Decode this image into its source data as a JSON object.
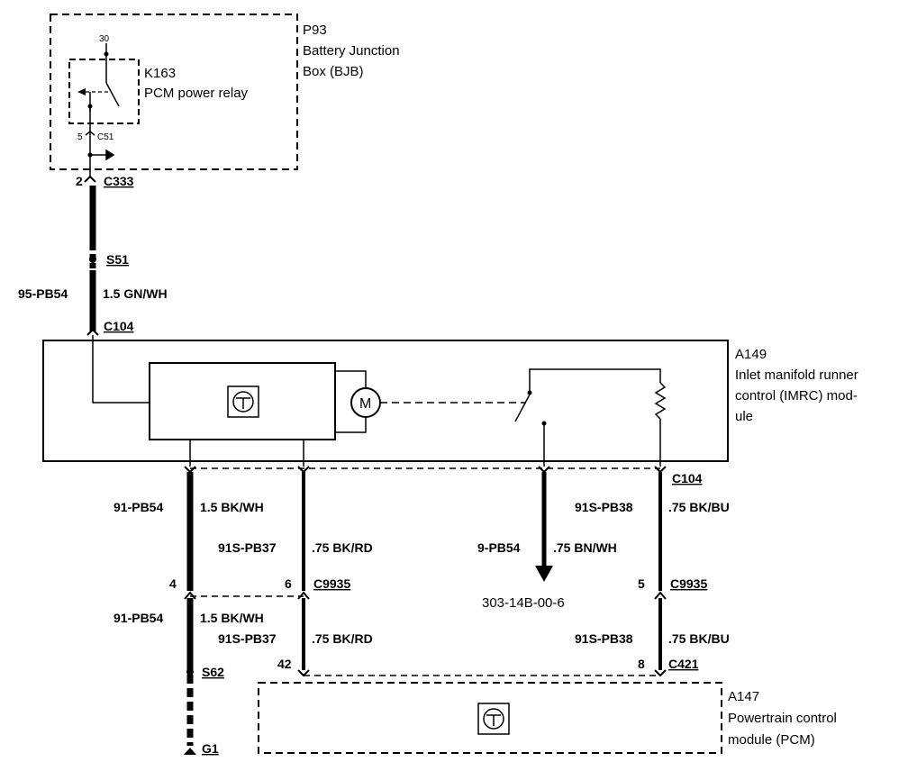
{
  "modules": {
    "bjb": {
      "id": "P93",
      "line1": "Battery Junction",
      "line2": "Box (BJB)"
    },
    "relay": {
      "id": "K163",
      "name": "PCM power relay",
      "pin_top": "30",
      "pin_bottom": "5",
      "connector": "C51"
    },
    "imrc": {
      "id": "A149",
      "line1": "Inlet manifold runner",
      "line2": "control (IMRC) mod-",
      "line3": "ule",
      "motor": "M"
    },
    "pcm": {
      "id": "A147",
      "line1": "Powertrain control",
      "line2": "module (PCM)"
    }
  },
  "connectors": {
    "c333": {
      "pin": "2",
      "name": "C333"
    },
    "c104_top": {
      "name": "C104"
    },
    "c104_bottom": {
      "name": "C104"
    },
    "c9935_left": {
      "pin_a": "4",
      "pin_b": "6",
      "name": "C9935"
    },
    "c9935_right": {
      "pin": "5",
      "name": "C9935"
    },
    "c421": {
      "pin_a": "42",
      "pin_b": "8",
      "name": "C421"
    }
  },
  "splices": {
    "s51": "S51",
    "s62": "S62",
    "g1": "G1"
  },
  "wires": {
    "w1": {
      "circuit": "95-PB54",
      "spec": "1.5 GN/WH"
    },
    "w2": {
      "circuit": "91-PB54",
      "spec": "1.5 BK/WH"
    },
    "w3": {
      "circuit": "91S-PB37",
      "spec": ".75 BK/RD"
    },
    "w4": {
      "circuit": "9-PB54",
      "spec": ".75 BN/WH"
    },
    "w5": {
      "circuit": "91S-PB38",
      "spec": ".75 BK/BU"
    },
    "w6": {
      "circuit": "91-PB54",
      "spec": "1.5 BK/WH"
    },
    "w7": {
      "circuit": "91S-PB37",
      "spec": ".75 BK/RD"
    },
    "w8": {
      "circuit": "91S-PB38",
      "spec": ".75 BK/BU"
    }
  },
  "reference": "303-14B-00-6"
}
